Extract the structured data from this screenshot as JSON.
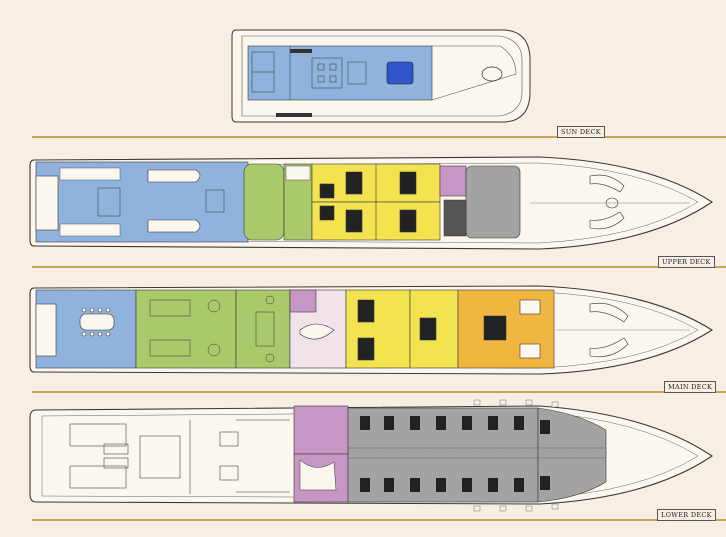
{
  "decks": [
    {
      "id": "sun",
      "label": "SUN DECK"
    },
    {
      "id": "upper",
      "label": "UPPER DECK"
    },
    {
      "id": "main",
      "label": "MAIN DECK"
    },
    {
      "id": "lower",
      "label": "LOWER DECK"
    }
  ],
  "colors": {
    "background": "#f7efe4",
    "divider": "#c9a55a",
    "outline": "#3a3a3a",
    "blue_exterior": "#8fb3dc",
    "green_salon": "#a9c96a",
    "yellow_suite": "#f3e34f",
    "orange_master": "#f0b640",
    "purple_service": "#c796c4",
    "gray_crew": "#a3a3a3",
    "pool": "#2f56c8"
  }
}
